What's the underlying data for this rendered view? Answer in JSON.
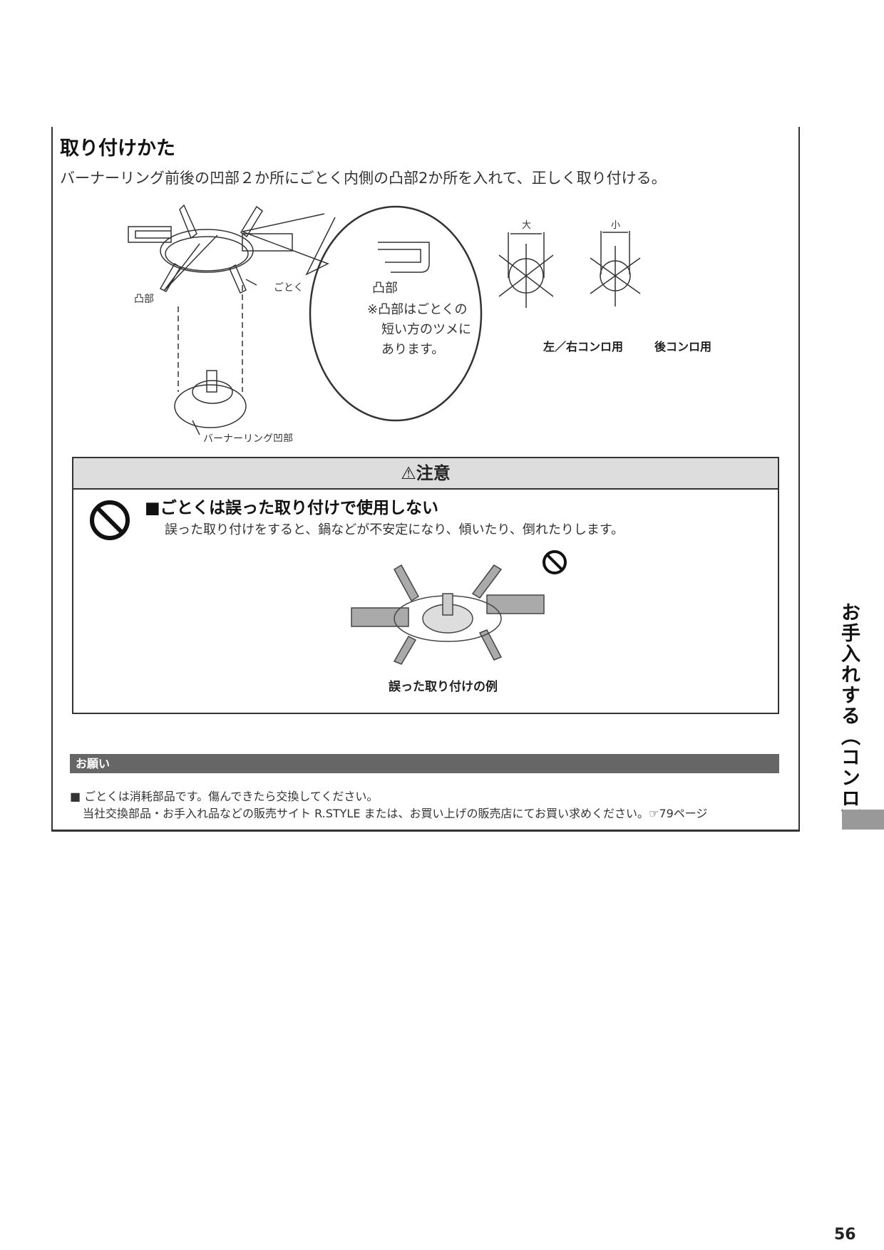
{
  "title": "取り付けかた",
  "intro": "バーナーリング前後の凹部２か所にごとく内側の凸部2か所を入れて、正しく取り付ける。",
  "diagram": {
    "convex": "凸部",
    "trivet": "ごとく",
    "ring_recess": "バーナーリング凹部",
    "zoom_label": "凸部",
    "zoom_note": [
      "※凸部はごとくの",
      "短い方のツメに",
      "あります。"
    ],
    "large": "大",
    "small": "小",
    "left_right": "左／右コンロ用",
    "rear": "後コンロ用"
  },
  "caution": {
    "header": "注意",
    "heading": "■ごとくは誤った取り付けで使用しない",
    "body": "誤った取り付けをすると、鍋などが不安定になり、傾いたり、倒れたりします。",
    "caption": "誤った取り付けの例"
  },
  "request": {
    "header": "お願い",
    "line1": "■ ごとくは消耗部品です。傷んできたら交換してください。",
    "line2": "当社交換部品・お手入れ品などの販売サイト R.STYLE または、お買い上げの販売店にてお買い求めください。☞79ページ"
  },
  "side_tab": "お手入れする（コンロ）",
  "page_number": "56"
}
